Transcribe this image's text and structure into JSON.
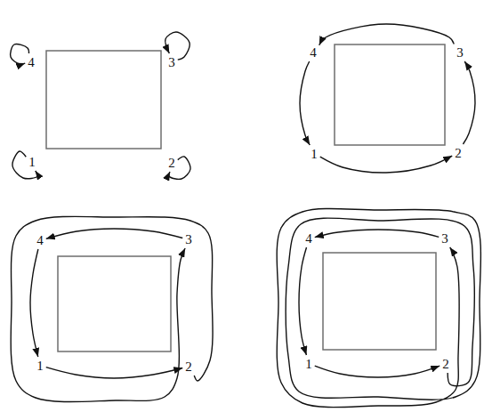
{
  "diagram": {
    "nodes": [
      {
        "text": [
          "4"
        ]
      },
      {
        "text": [
          "3"
        ]
      },
      {
        "text": [
          "1"
        ]
      },
      {
        "text": [
          "2"
        ]
      },
      {
        "text": [
          "4"
        ]
      },
      {
        "text": [
          "3"
        ]
      },
      {
        "text": [
          "1"
        ]
      },
      {
        "text": [
          "2"
        ]
      },
      {
        "text": [
          "4"
        ]
      },
      {
        "text": [
          "3"
        ]
      },
      {
        "text": [
          "1"
        ]
      },
      {
        "text": [
          "2"
        ]
      },
      {
        "text": [
          "4"
        ]
      },
      {
        "text": [
          "3"
        ]
      },
      {
        "text": [
          "1"
        ]
      },
      {
        "text": [
          "2"
        ]
      }
    ],
    "edges": [
      {
        "from": 2,
        "to": 2,
        "arrow": "to"
      },
      {
        "from": 3,
        "to": 3,
        "arrow": "to"
      },
      {
        "from": 1,
        "to": 1,
        "arrow": "to"
      },
      {
        "from": 0,
        "to": 0,
        "arrow": "to"
      },
      {
        "from": 6,
        "to": 7,
        "arrow": "to"
      },
      {
        "from": 7,
        "to": 5,
        "arrow": "to"
      },
      {
        "from": 5,
        "to": 4,
        "arrow": "to"
      },
      {
        "from": 4,
        "to": 6,
        "arrow": "to"
      },
      {
        "from": 10,
        "to": 11,
        "arrow": "to"
      },
      {
        "from": 11,
        "to": 9,
        "arrow": "to"
      },
      {
        "from": 9,
        "to": 8,
        "arrow": "to"
      },
      {
        "from": 8,
        "to": 10,
        "arrow": "to"
      },
      {
        "from": 14,
        "to": 15,
        "arrow": "to"
      },
      {
        "from": 15,
        "to": 13,
        "arrow": "to"
      },
      {
        "from": 13,
        "to": 12,
        "arrow": "to"
      },
      {
        "from": 12,
        "to": 14,
        "arrow": "to"
      }
    ]
  }
}
